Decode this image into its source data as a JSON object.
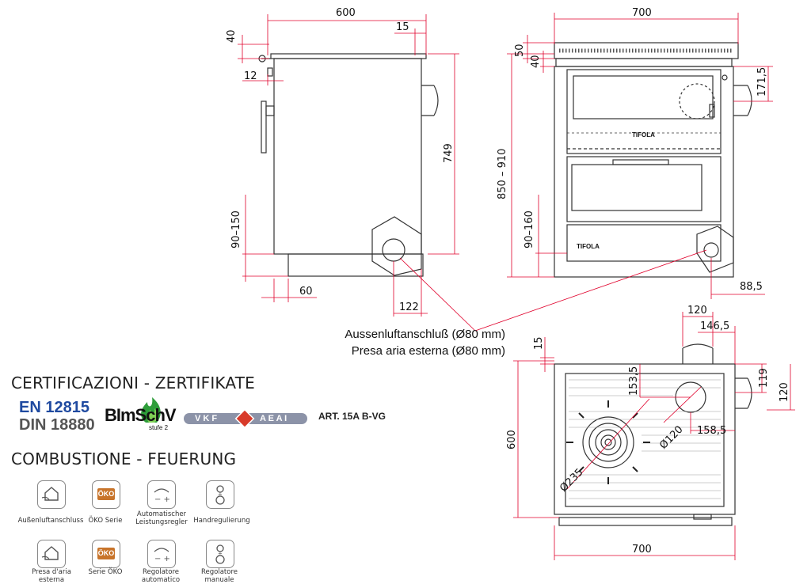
{
  "dimensions": {
    "side": {
      "width": "600",
      "step": "15",
      "top_height": "40",
      "knob": "12",
      "height": "749",
      "foot": "90–150",
      "foot_depth": "60",
      "air_offset": "122"
    },
    "front": {
      "width": "700",
      "top_50": "50",
      "top_40": "40",
      "flue_height": "171,5",
      "range": "850 – 910",
      "foot": "90–160",
      "air_offset": "88,5"
    },
    "top": {
      "flue_x": "120",
      "flue_x2": "146,5",
      "top_edge": "15",
      "hole_y": "153,5",
      "right_119": "119",
      "right_120": "120",
      "hole_x": "158,5",
      "hole_d": "Ø120",
      "ring_d": "Ø235",
      "depth": "600",
      "width": "700"
    }
  },
  "brand": {
    "plate": "TIFOLA"
  },
  "callout": {
    "line1": "Aussenluftanschluß (Ø80 mm)",
    "line2": "Presa aria esterna (Ø80 mm)"
  },
  "certifications": {
    "heading": "CERTIFICAZIONI - ZERTIFIKATE",
    "en": "EN 12815",
    "din": "DIN 18880",
    "bimsch": "BImSchV",
    "bimsch_sub": "stufe 2",
    "vkf_left": "V K F",
    "vkf_right": "A E A I",
    "art": "ART. 15A B-VG"
  },
  "combustion": {
    "heading": "COMBUSTIONE - FEUERUNG",
    "row1": [
      "Außenluftanschluss",
      "ÖKO Serie",
      "Automatischer Leistungsregler",
      "Handregulierung"
    ],
    "row2": [
      "Presa d'aria esterna",
      "Serie ÖKO",
      "Regolatore automatico",
      "Regolatore manuale"
    ],
    "oko_badge": "ÖKO"
  },
  "colors": {
    "dimension": "#e0002b",
    "accent_green": "#2e9d3a",
    "accent_blue": "#1f4aa0",
    "accent_orange": "#c8742a",
    "vkf_red": "#d83a2a"
  },
  "icons": [
    "outside-air-icon",
    "oko-badge-icon",
    "auto-regulator-icon",
    "manual-regulator-icon"
  ]
}
